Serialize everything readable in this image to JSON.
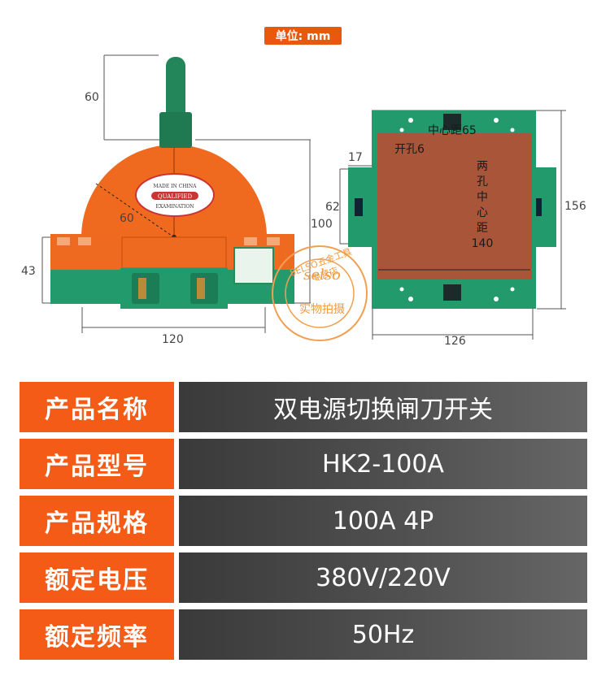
{
  "unit_label": "单位: mm",
  "left_view": {
    "dim_handle": "60",
    "dim_radius": "60",
    "dim_height_total": "100",
    "dim_base": "43",
    "dim_width": "120",
    "label_lines": [
      "MADE IN CHINA",
      "QUALIFIED",
      "EXAMINATION"
    ]
  },
  "right_view": {
    "center_top": "中心距65",
    "hole_size": "开孔6",
    "two_hole_lines": [
      "两",
      "孔",
      "中",
      "心",
      "距",
      "140"
    ],
    "dim_17": "17",
    "dim_62": "62",
    "dim_156": "156",
    "dim_126": "126"
  },
  "stamp": {
    "ring_text": "SELSO五金工具专营店",
    "brand": "selso",
    "center_text": "实物拍摄"
  },
  "specs": [
    {
      "label": "产品名称",
      "value": "双电源切换闸刀开关"
    },
    {
      "label": "产品型号",
      "value": "HK2-100A"
    },
    {
      "label": "产品规格",
      "value": "100A 4P"
    },
    {
      "label": "额定电压",
      "value": "380V/220V"
    },
    {
      "label": "额定频率",
      "value": "50Hz"
    }
  ],
  "colors": {
    "accent_orange": "#f35b16",
    "switch_orange": "#ef6a1f",
    "switch_green": "#239a6b",
    "plate_brown": "#a8553a",
    "value_bg": "#4a4a4a"
  }
}
